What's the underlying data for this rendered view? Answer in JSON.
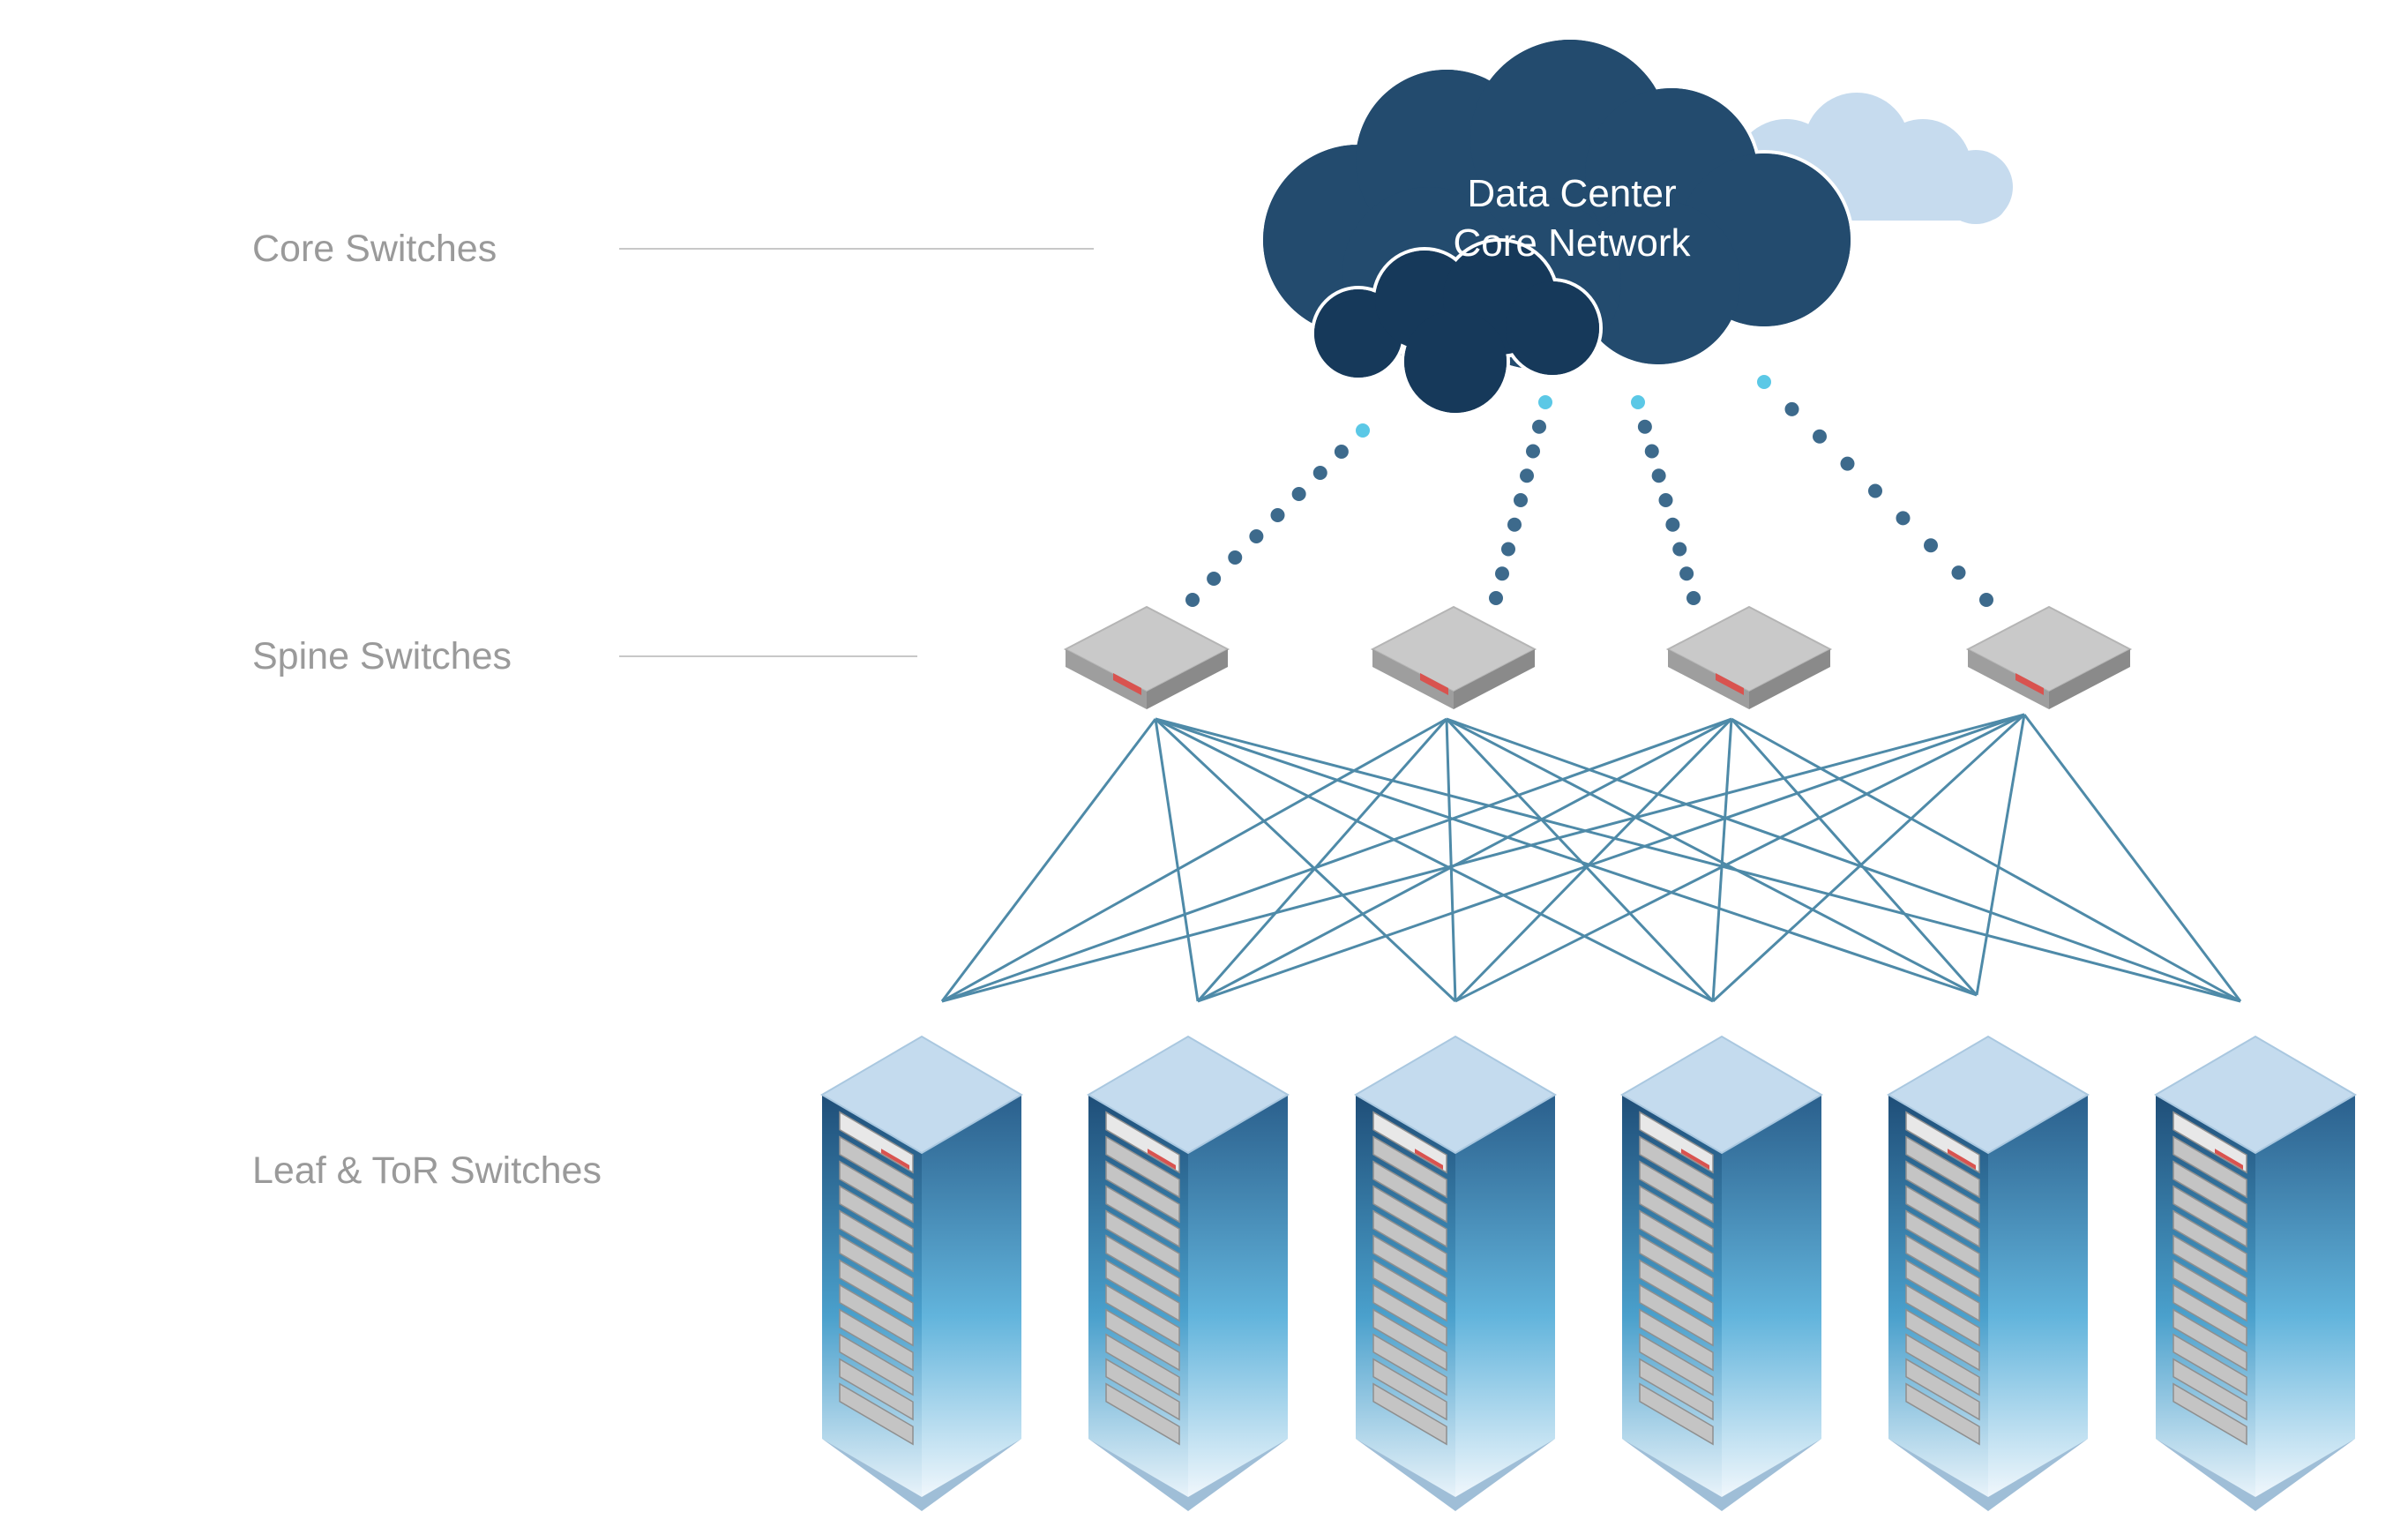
{
  "tiers": {
    "core": "Core Switches",
    "spine": "Spine Switches",
    "leaf": "Leaf & ToR Switches"
  },
  "cloud": {
    "line1": "Data Center",
    "line2": "Core Network"
  },
  "counts": {
    "spine_switches": 4,
    "leaf_racks": 6,
    "servers_per_rack": 12
  },
  "colors": {
    "label_gray": "#9a9a9a",
    "leader_line": "#c8c8c8",
    "cloud_main": "#234b6e",
    "cloud_front": "#16395a",
    "cloud_back": "#c6dbee",
    "link": "#4e8aa8",
    "dot_dark": "#3d6a8c",
    "dot_light": "#5bc8e6",
    "switch_top": "#c9c9c9",
    "switch_side": "#9e9e9e",
    "accent_red": "#d9534f",
    "rack_top": "#c4dbee",
    "rack_dark": "#1f4e78",
    "rack_light": "#6fb6d8"
  },
  "icons": {
    "cloud": "cloud-icon",
    "spine": "network-switch-icon",
    "leaf": "server-rack-icon"
  }
}
